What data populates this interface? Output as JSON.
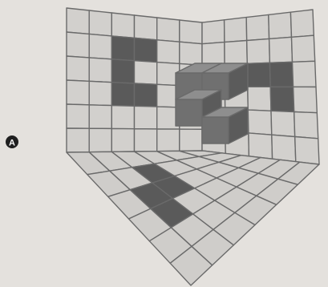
{
  "figure": {
    "option_label": "A",
    "colors": {
      "paper": "#e4e1dd",
      "grid_line": "#6a6a6a",
      "wall_cell": "#d2d0cd",
      "floor_cell": "#cfcdca",
      "shaded_cell": "#5a5a5a",
      "cube_top": "#8e8e8e",
      "cube_front": "#707070",
      "cube_side": "#5b5b5b",
      "badge_fill": "#1f1f1f",
      "badge_text": "#ffffff"
    },
    "grids": {
      "left_wall": {
        "cols": 6,
        "rows": 6
      },
      "right_wall": {
        "cols": 5,
        "rows": 6
      },
      "floor": {
        "cols": 6,
        "rows": 6
      }
    },
    "shaded_cells": {
      "left_wall": [
        [
          1,
          2
        ],
        [
          1,
          3
        ],
        [
          2,
          2
        ],
        [
          3,
          2
        ],
        [
          3,
          3
        ]
      ],
      "right_wall": [
        [
          2,
          1
        ],
        [
          2,
          2
        ],
        [
          2,
          3
        ],
        [
          3,
          3
        ]
      ],
      "floor": [
        [
          2,
          1
        ],
        [
          3,
          1
        ],
        [
          2,
          2
        ],
        [
          1,
          2
        ]
      ]
    },
    "cubes": 4
  }
}
